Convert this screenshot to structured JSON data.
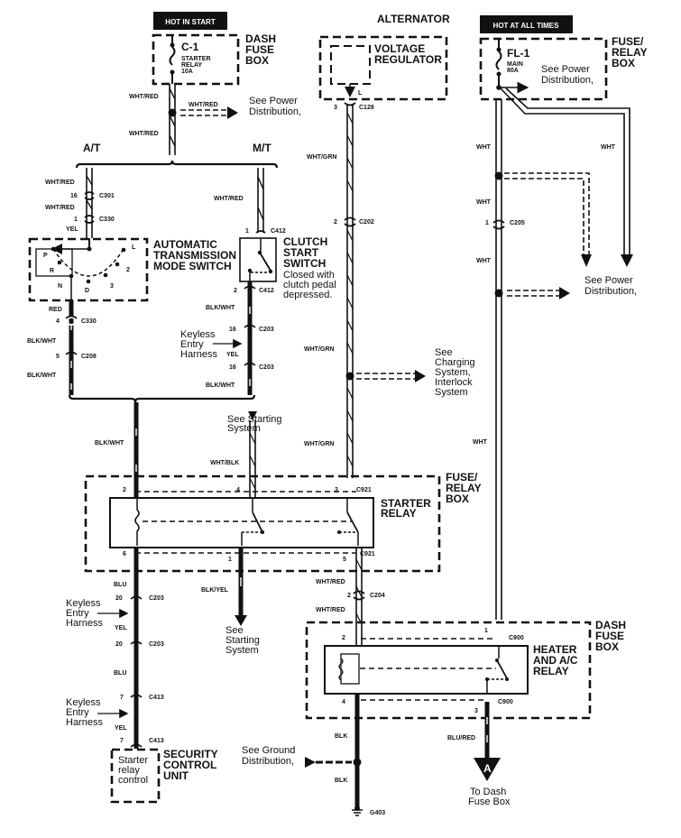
{
  "banners": {
    "hot_in_start": "HOT IN START",
    "hot_at_all_times": "HOT AT ALL TIMES"
  },
  "components": {
    "dash_fuse_box_top": [
      "DASH",
      "FUSE",
      "BOX"
    ],
    "fuse_c1": {
      "id": "C-1",
      "lines": [
        "STARTER",
        "RELAY",
        "10A"
      ]
    },
    "alternator": "ALTERNATOR",
    "voltage_regulator": [
      "VOLTAGE",
      "REGULATOR"
    ],
    "regulator_terminal": "L",
    "fuse_fl1": {
      "id": "FL-1",
      "lines": [
        "MAIN",
        "80A"
      ]
    },
    "fuse_relay_box_top": [
      "FUSE/",
      "RELAY",
      "BOX"
    ],
    "at_mode_switch": [
      "AUTOMATIC",
      "TRANSMISSION",
      "MODE SWITCH"
    ],
    "at_positions": [
      "P",
      "R",
      "N",
      "D",
      "3",
      "2",
      "L"
    ],
    "clutch_switch": [
      "CLUTCH",
      "START",
      "SWITCH"
    ],
    "clutch_note": [
      "Closed with",
      "clutch pedal",
      "depressed."
    ],
    "starter_relay": [
      "STARTER",
      "RELAY"
    ],
    "fuse_relay_box_mid": [
      "FUSE/",
      "RELAY",
      "BOX"
    ],
    "heater_relay": [
      "HEATER",
      "AND A/C",
      "RELAY"
    ],
    "dash_fuse_box_bottom": [
      "DASH",
      "FUSE",
      "BOX"
    ],
    "security_unit": [
      "SECURITY",
      "CONTROL",
      "UNIT"
    ],
    "security_inner": [
      "Starter",
      "relay",
      "control"
    ],
    "ground": "G403",
    "connector_a": "A"
  },
  "branches": {
    "at": "A/T",
    "mt": "M/T"
  },
  "notes": {
    "power_dist_1": [
      "See Power",
      "Distribution,"
    ],
    "power_dist_2": [
      "See Power",
      "Distribution,"
    ],
    "power_dist_3": [
      "See Power",
      "Distribution,"
    ],
    "charging": [
      "See",
      "Charging",
      "System,",
      "Interlock",
      "System"
    ],
    "starting_top": [
      "See Starting",
      "System"
    ],
    "starting_bottom": [
      "See",
      "Starting",
      "System"
    ],
    "keyless_1": [
      "Keyless",
      "Entry",
      "Harness"
    ],
    "keyless_2": [
      "Keyless",
      "Entry",
      "Harness"
    ],
    "keyless_3": [
      "Keyless",
      "Entry",
      "Harness"
    ],
    "ground_dist": [
      "See Ground",
      "Distribution,"
    ],
    "to_dash": [
      "To Dash",
      "Fuse Box"
    ]
  },
  "wire_colors": {
    "w1": "WHT/RED",
    "w2": "WHT/RED",
    "w3": "WHT/RED",
    "w4": "WHT/RED",
    "w5": "WHT/RED",
    "w6": "YEL",
    "w7": "WHT/RED",
    "w8": "RED",
    "w9": "BLK/WHT",
    "w10": "BLK/WHT",
    "w11": "BLK/WHT",
    "w12": "YEL",
    "w13": "BLK/WHT",
    "w14": "WHT/GRN",
    "w15": "WHT/GRN",
    "w16": "WHT/GRN",
    "w17": "WHT/GRN",
    "w18": "WHT",
    "w19": "WHT",
    "w20": "WHT",
    "w21": "WHT",
    "w22": "WHT",
    "w23": "BLK/WHT",
    "w24": "WHT/BLK",
    "w25": "BLU",
    "w26": "YEL",
    "w27": "BLU",
    "w28": "YEL",
    "w29": "BLK/YEL",
    "w30": "WHT/RED",
    "w31": "WHT/RED",
    "w32": "BLK",
    "w33": "BLK",
    "w34": "BLU/RED"
  },
  "connectors": {
    "c128": {
      "pin": "3",
      "id": "C128"
    },
    "c301": {
      "pin": "16",
      "id": "C301"
    },
    "c330a": {
      "pin": "1",
      "id": "C330"
    },
    "c412a": {
      "pin": "1",
      "id": "C412"
    },
    "c202": {
      "pin": "2",
      "id": "C202"
    },
    "c205": {
      "pin": "1",
      "id": "C205"
    },
    "c412b": {
      "pin": "2",
      "id": "C412"
    },
    "c330b": {
      "pin": "4",
      "id": "C330"
    },
    "c203a": {
      "pin": "16",
      "id": "C203"
    },
    "c208": {
      "pin": "5",
      "id": "C208"
    },
    "c203b": {
      "pin": "16",
      "id": "C203"
    },
    "c921_top": {
      "pins": [
        "2",
        "4",
        "3"
      ],
      "id": "C921"
    },
    "c921_bot": {
      "pins": [
        "6",
        "1",
        "5"
      ],
      "id": "C921"
    },
    "c203c": {
      "pin": "20",
      "id": "C203"
    },
    "c203d": {
      "pin": "20",
      "id": "C203"
    },
    "c204": {
      "pin": "2",
      "id": "C204"
    },
    "c900_top": {
      "pins": [
        "2",
        "1"
      ],
      "id": "C900"
    },
    "c900_bot": {
      "pins": [
        "4",
        "3"
      ],
      "id": "C900"
    },
    "c413a": {
      "pin": "7",
      "id": "C413"
    },
    "c413b": {
      "pin": "7",
      "id": "C413"
    }
  }
}
